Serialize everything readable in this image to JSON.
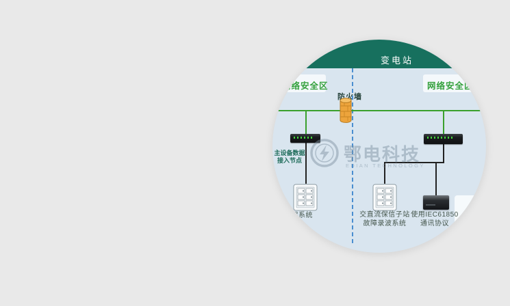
{
  "header": {
    "title": "变电站"
  },
  "zones": {
    "left": "网络安全区",
    "right": "网络安全区"
  },
  "firewall": {
    "label": "防火墙"
  },
  "access_node": {
    "line1": "主设备数据",
    "line2": "接入节点"
  },
  "systems": {
    "left": "继保系统",
    "middle_line1": "交直流保信子站",
    "middle_line2": "故障录波系统",
    "right_line1": "使用IEC61850",
    "right_line2": "通讯协议"
  },
  "watermark": {
    "name": "鄂电科技",
    "name_en": "EDIAN TECHNOLOGY"
  },
  "colors": {
    "page_bg": "#e9e9e9",
    "circle_bg": "#d9e5ef",
    "header_band": "#17705e",
    "zone_green": "#33a03c",
    "line_green": "#3aa02c",
    "line_black": "#222222",
    "dashed_blue": "#4a8ed0",
    "firewall_orange": "#eda43c"
  }
}
